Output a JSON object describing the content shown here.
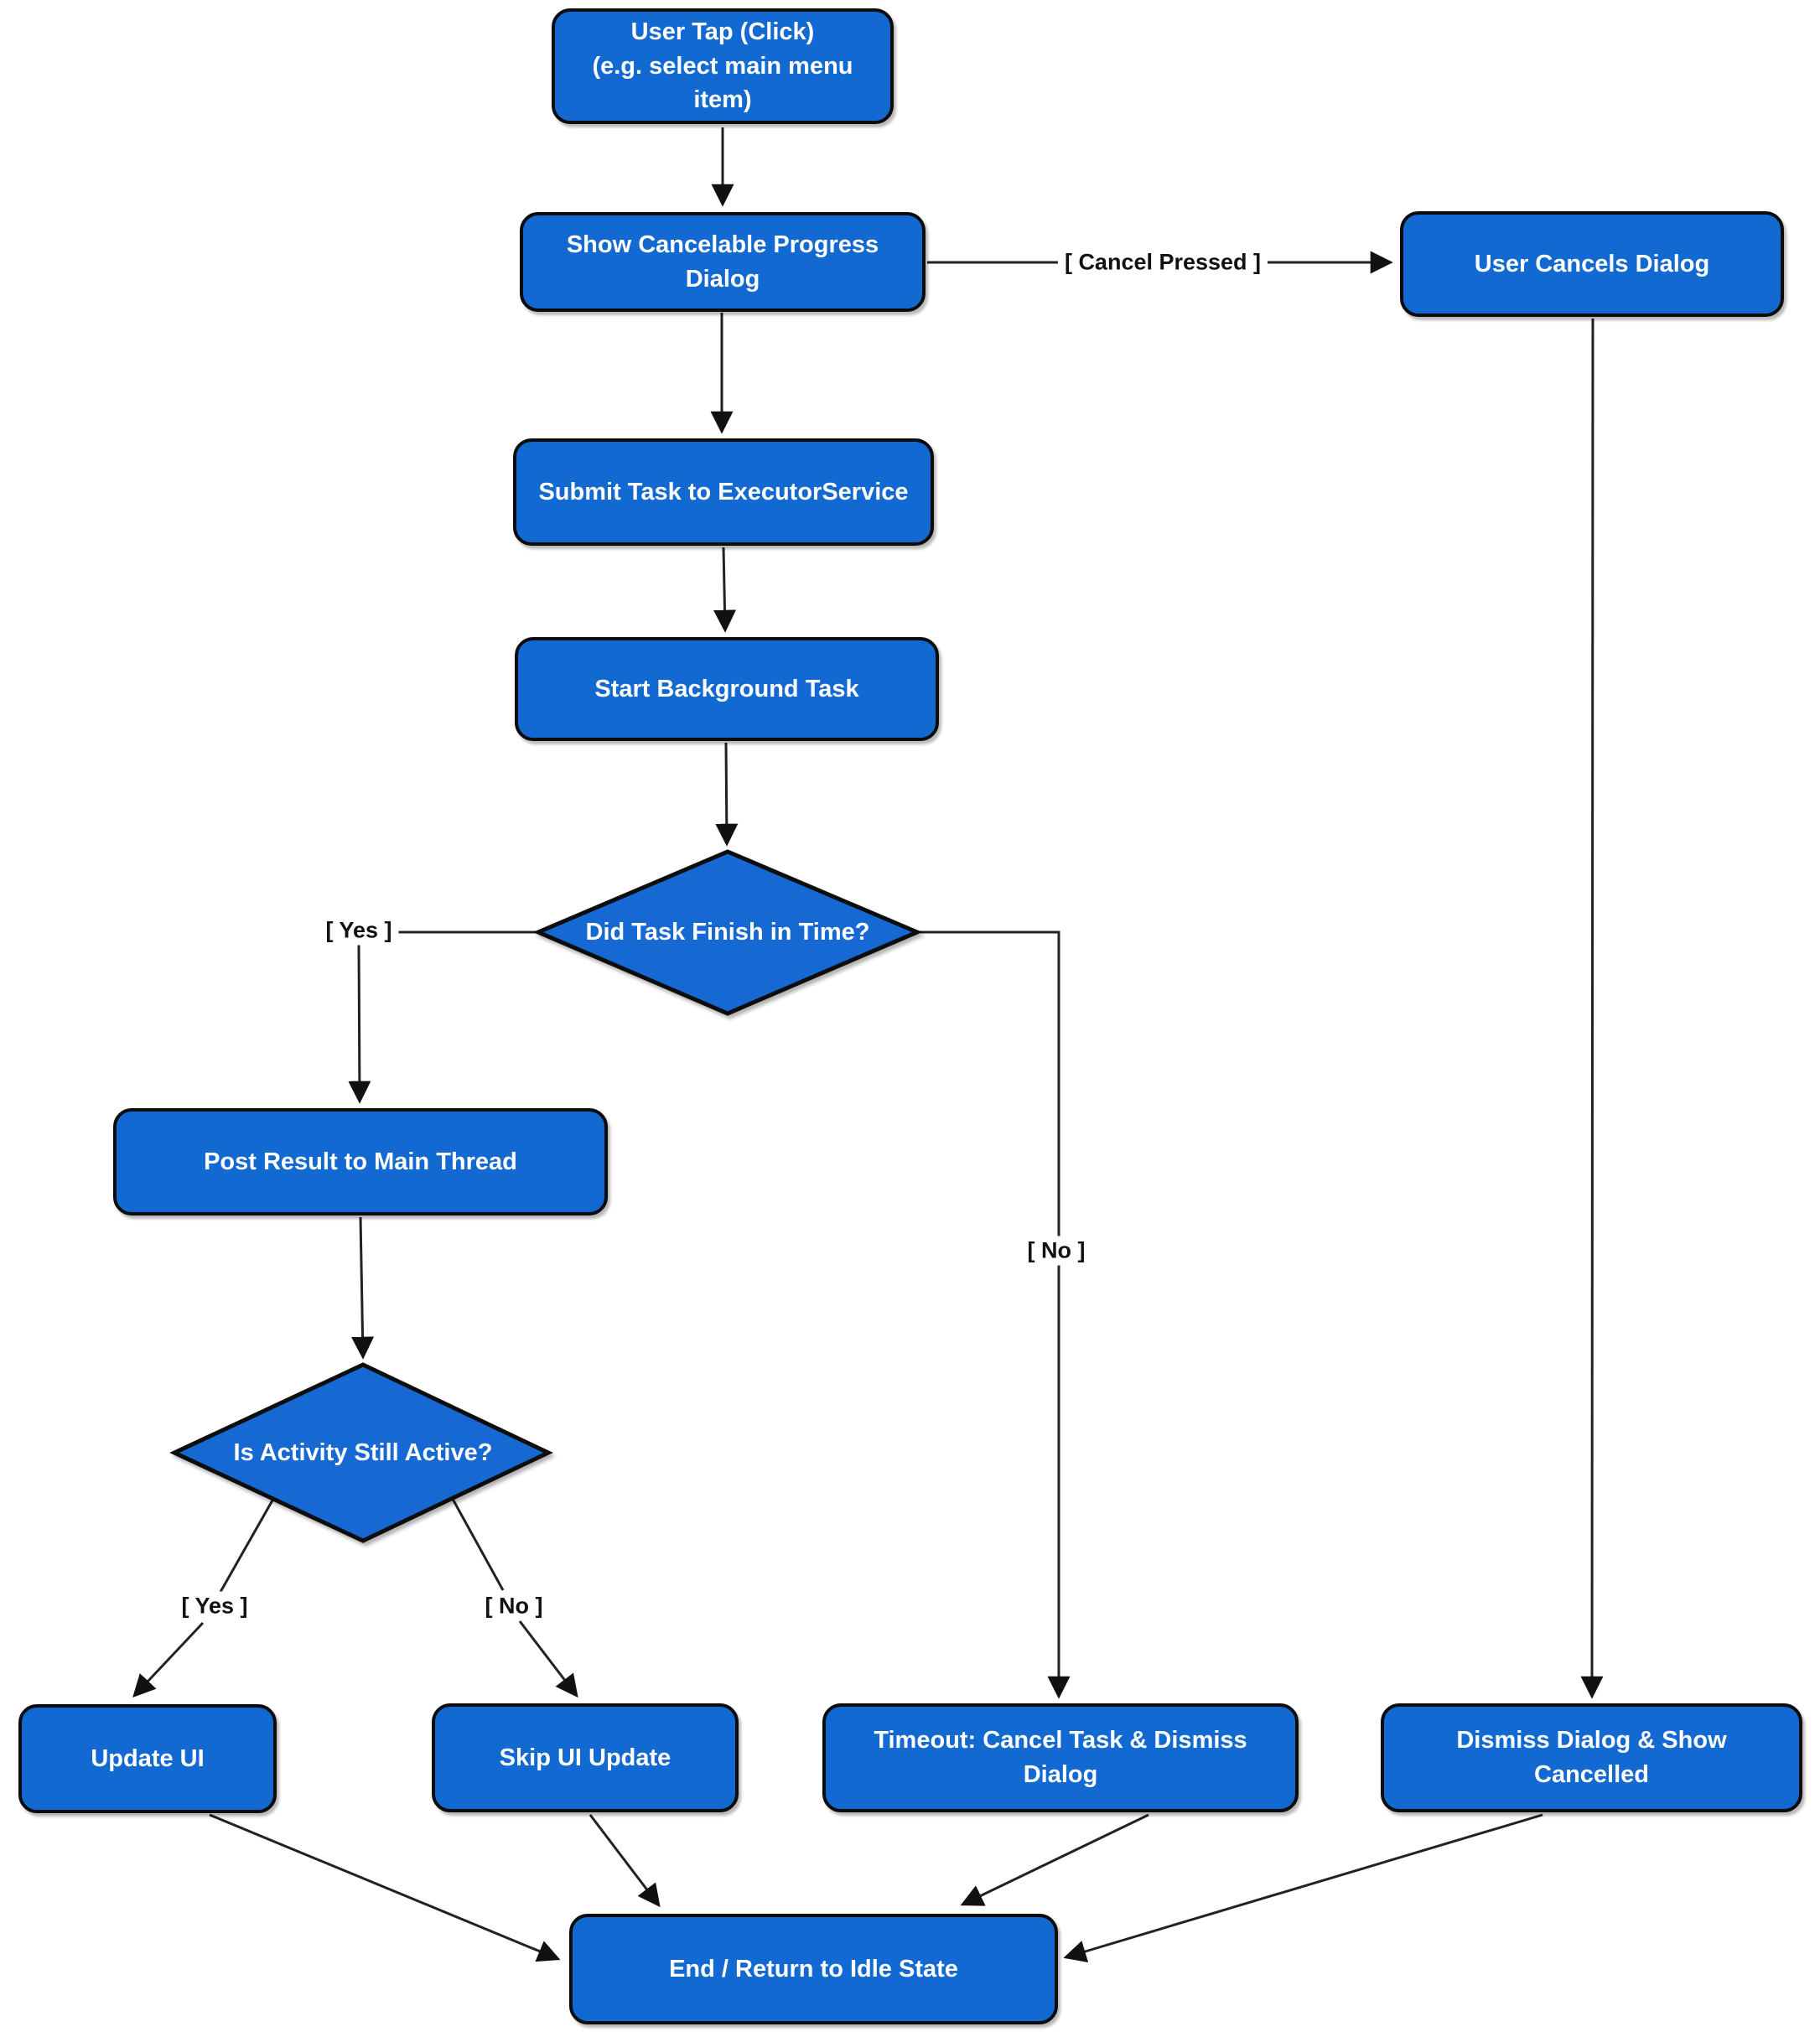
{
  "background": "#ffffff",
  "colors": {
    "node_fill": "#1269d2",
    "node_border": "#0c0c0c",
    "node_text": "#ffffff",
    "edge_line": "#222222",
    "edge_label_text": "#111111"
  },
  "nodes": {
    "user_tap": "User Tap (Click)\n(e.g. select main menu item)",
    "show_dialog": "Show Cancelable Progress Dialog",
    "user_cancels": "User Cancels Dialog",
    "submit_task": "Submit Task to ExecutorService",
    "start_task": "Start Background Task",
    "task_finish_decision": "Did Task Finish in Time?",
    "post_result": "Post Result to Main Thread",
    "activity_active_decision": "Is Activity Still Active?",
    "update_ui": "Update UI",
    "skip_ui_update": "Skip UI Update",
    "timeout_cancel": "Timeout: Cancel Task & Dismiss Dialog",
    "dismiss_show_cancelled": "Dismiss Dialog & Show Cancelled",
    "end_idle": "End / Return to Idle State"
  },
  "edge_labels": {
    "cancel_pressed": "[ Cancel Pressed ]",
    "task_finish_yes": "[ Yes ]",
    "task_finish_no": "[ No ]",
    "activity_yes": "[ Yes ]",
    "activity_no": "[ No ]"
  }
}
